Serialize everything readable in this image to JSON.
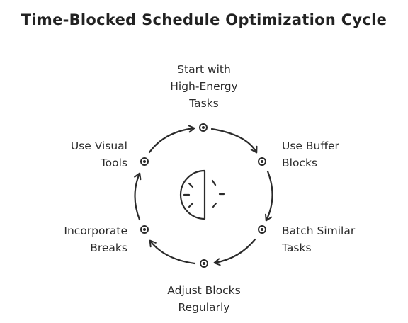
{
  "title": "Time-Blocked Schedule Optimization Cycle",
  "colors": {
    "stroke": "#2b2b2b",
    "background": "#ffffff"
  },
  "center_icon": "half-clock-icon",
  "steps": [
    {
      "lines": [
        "Start with",
        "High-Energy",
        "Tasks"
      ]
    },
    {
      "lines": [
        "Use Buffer",
        "Blocks"
      ]
    },
    {
      "lines": [
        "Batch Similar",
        "Tasks"
      ]
    },
    {
      "lines": [
        "Adjust Blocks",
        "Regularly"
      ]
    },
    {
      "lines": [
        "Incorporate",
        "Breaks"
      ]
    },
    {
      "lines": [
        "Use Visual",
        "Tools"
      ]
    }
  ]
}
